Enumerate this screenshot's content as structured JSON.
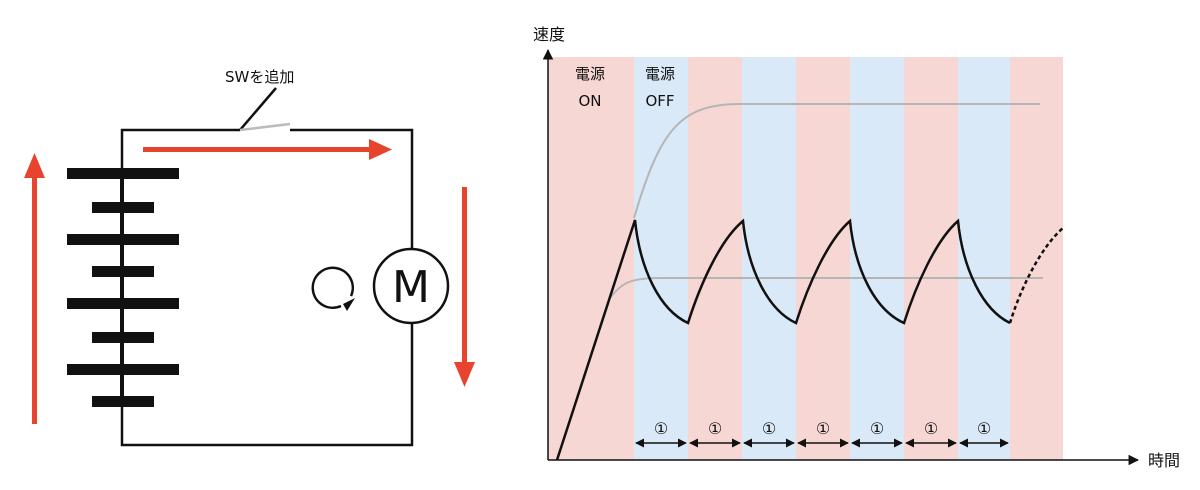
{
  "circuit": {
    "switch_label": "SWを追加",
    "motor_label": "M",
    "colors": {
      "wire": "#111111",
      "arrow": "#e8432d",
      "switch": "#bbbbbb"
    }
  },
  "graph": {
    "y_axis_label": "速度",
    "x_axis_label": "時間",
    "phases": [
      {
        "state": "on",
        "label_line1": "電源",
        "label_line2": "ON"
      },
      {
        "state": "off",
        "label_line1": "電源",
        "label_line2": "OFF"
      },
      {
        "state": "on",
        "label_line1": "",
        "label_line2": ""
      },
      {
        "state": "off",
        "label_line1": "",
        "label_line2": ""
      },
      {
        "state": "on",
        "label_line1": "",
        "label_line2": ""
      },
      {
        "state": "off",
        "label_line1": "",
        "label_line2": ""
      },
      {
        "state": "on",
        "label_line1": "",
        "label_line2": ""
      },
      {
        "state": "off",
        "label_line1": "",
        "label_line2": ""
      },
      {
        "state": "on",
        "label_line1": "",
        "label_line2": ""
      }
    ],
    "interval_marker": "①",
    "interval_count": 7,
    "colors": {
      "on_band": "#f6d7d4",
      "off_band": "#d9e9f8",
      "curve": "#111111",
      "reference_curve": "#b5b5b5"
    }
  }
}
